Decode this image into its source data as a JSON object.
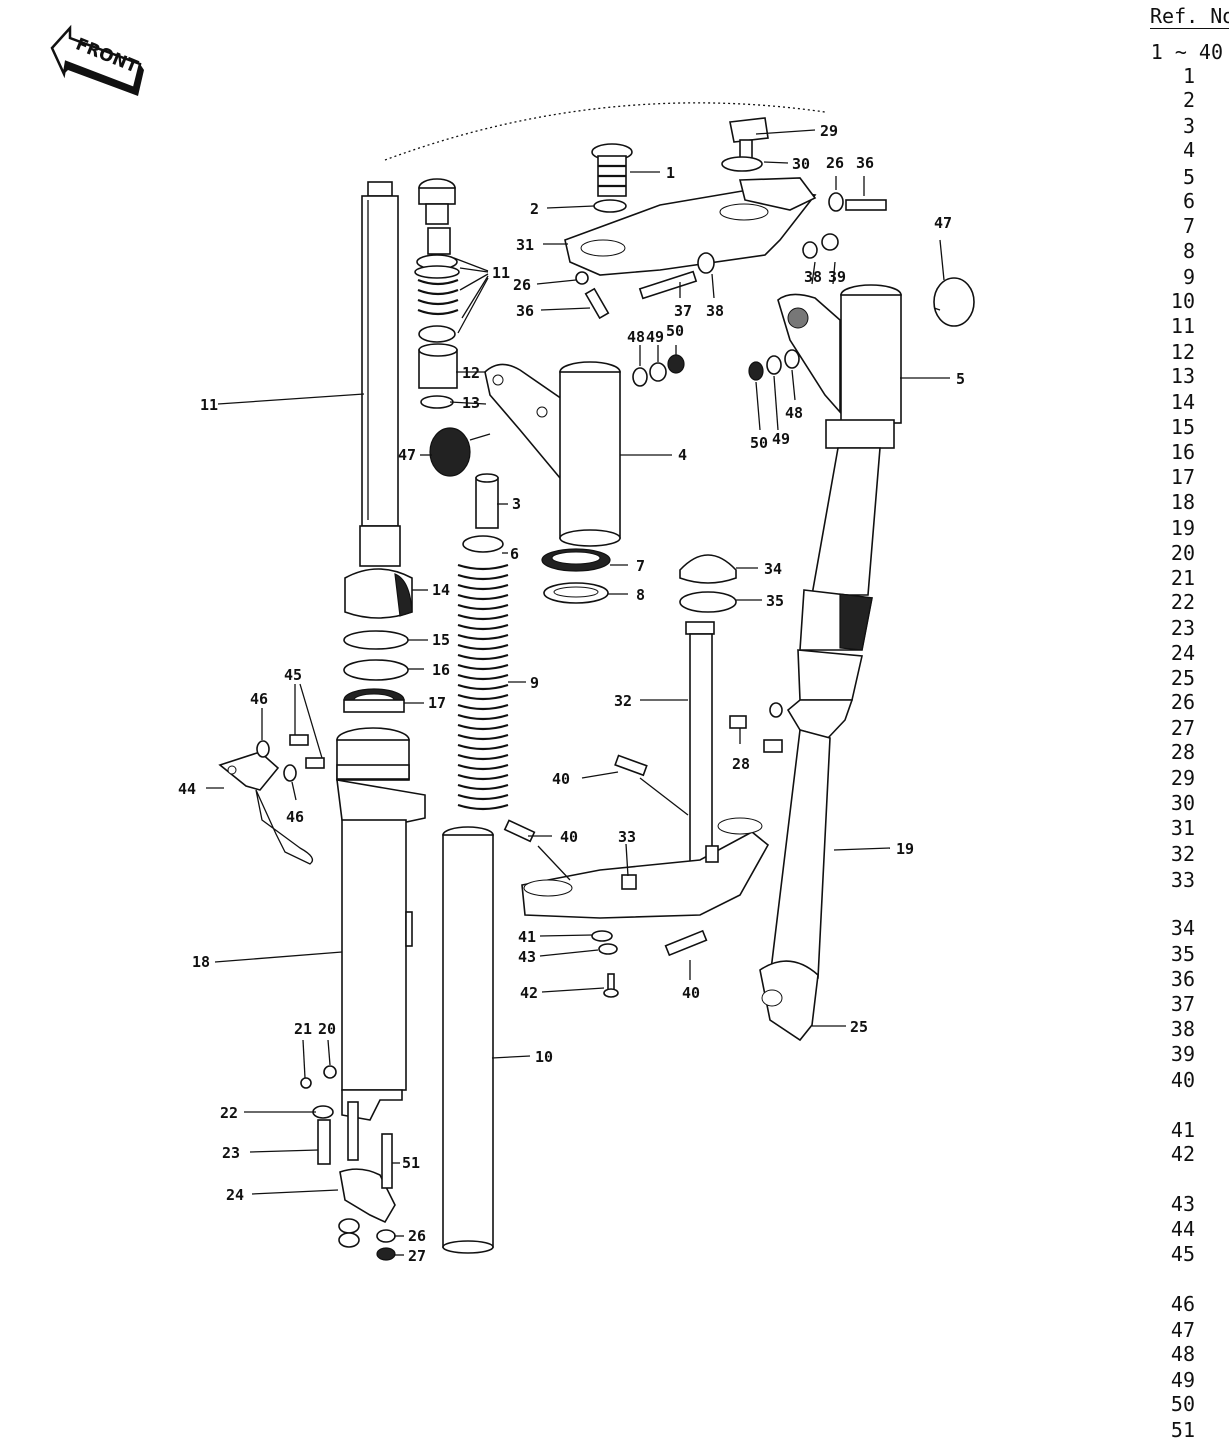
{
  "front_arrow": {
    "label": "FRONT",
    "icon": "front-arrow-icon"
  },
  "ref_column": {
    "header": "Ref. No",
    "range": "1 ~ 40",
    "numbers": [
      "1",
      "2",
      "3",
      "4",
      "5",
      "6",
      "7",
      "8",
      "9",
      "10",
      "11",
      "12",
      "13",
      "14",
      "15",
      "16",
      "17",
      "18",
      "19",
      "20",
      "21",
      "22",
      "23",
      "24",
      "25",
      "26",
      "27",
      "28",
      "29",
      "30",
      "31",
      "32",
      "33",
      "34",
      "35",
      "36",
      "37",
      "38",
      "39",
      "40",
      "41",
      "42",
      "43",
      "44",
      "45",
      "46",
      "47",
      "48",
      "49",
      "50",
      "51"
    ]
  },
  "callouts": {
    "c1": "1",
    "c2": "2",
    "c3": "3",
    "c4": "4",
    "c5": "5",
    "c6": "6",
    "c7": "7",
    "c8": "8",
    "c9": "9",
    "c10": "10",
    "c11a": "11",
    "c11b": "11",
    "c12": "12",
    "c13": "13",
    "c14": "14",
    "c15": "15",
    "c16": "16",
    "c17": "17",
    "c18": "18",
    "c19": "19",
    "c20": "20",
    "c21": "21",
    "c22": "22",
    "c23": "23",
    "c24": "24",
    "c25": "25",
    "c26a": "26",
    "c26b": "26",
    "c26c": "26",
    "c27": "27",
    "c28": "28",
    "c29": "29",
    "c30": "30",
    "c31": "31",
    "c32": "32",
    "c33": "33",
    "c34": "34",
    "c35": "35",
    "c36a": "36",
    "c36b": "36",
    "c37": "37",
    "c38a": "38",
    "c38b": "38",
    "c39": "39",
    "c40a": "40",
    "c40b": "40",
    "c40c": "40",
    "c41": "41",
    "c42": "42",
    "c43": "43",
    "c44": "44",
    "c45": "45",
    "c46a": "46",
    "c46b": "46",
    "c47a": "47",
    "c47b": "47",
    "c48a": "48",
    "c48b": "48",
    "c49a": "49",
    "c49b": "49",
    "c50a": "50",
    "c50b": "50",
    "c51": "51"
  }
}
